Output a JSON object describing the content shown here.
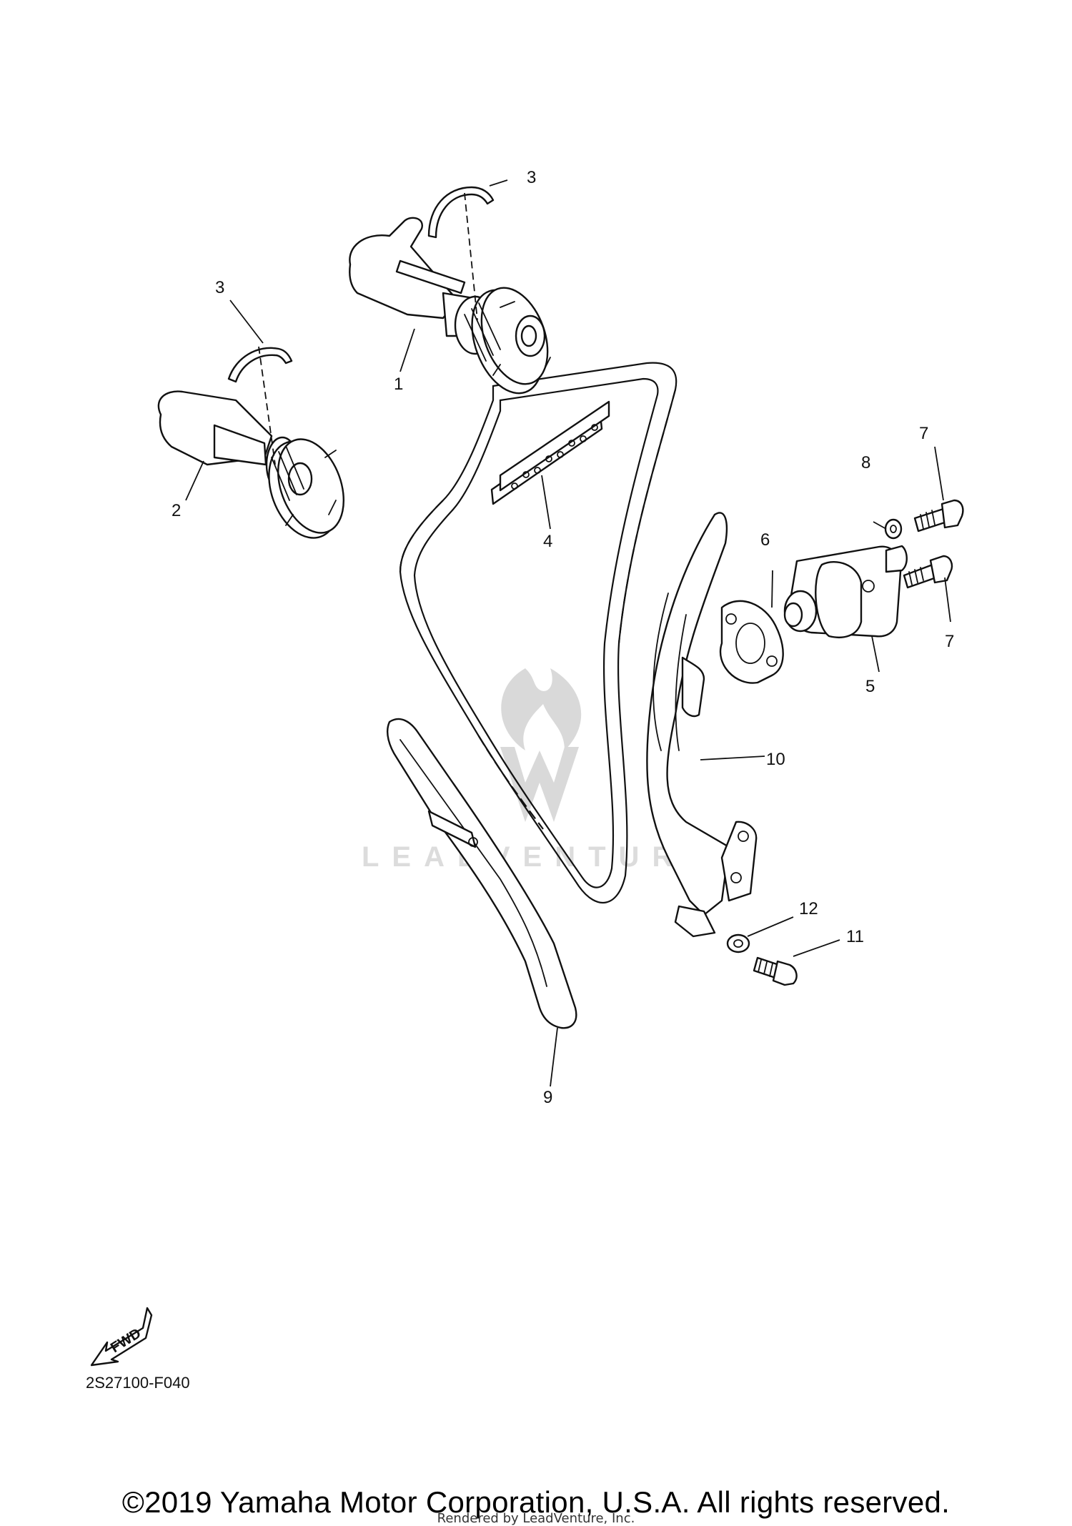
{
  "diagram": {
    "callouts": [
      {
        "id": "1",
        "label": "1"
      },
      {
        "id": "2",
        "label": "2"
      },
      {
        "id": "3a",
        "label": "3"
      },
      {
        "id": "3b",
        "label": "3"
      },
      {
        "id": "4",
        "label": "4"
      },
      {
        "id": "5",
        "label": "5"
      },
      {
        "id": "6",
        "label": "6"
      },
      {
        "id": "7a",
        "label": "7"
      },
      {
        "id": "7b",
        "label": "7"
      },
      {
        "id": "8",
        "label": "8"
      },
      {
        "id": "9",
        "label": "9"
      },
      {
        "id": "10",
        "label": "10"
      },
      {
        "id": "11",
        "label": "11"
      },
      {
        "id": "12",
        "label": "12"
      }
    ],
    "fwd_label": "FWD",
    "watermark_text": "LEADVENTURE",
    "figure_code": "2S27100-F040"
  },
  "footer": {
    "copyright": "©2019 Yamaha Motor Corporation, U.S.A. All rights reserved.",
    "render_credit": "Rendered by LeadVenture, Inc."
  }
}
